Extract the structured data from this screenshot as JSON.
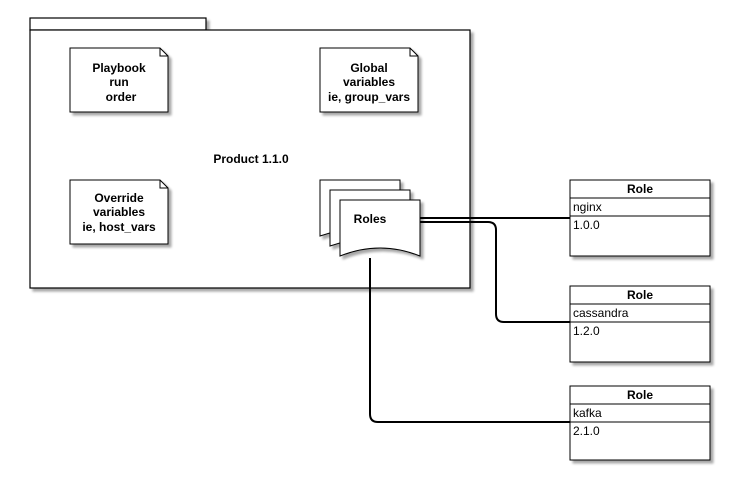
{
  "package": {
    "label": "Product 1.1.0"
  },
  "notes": {
    "playbook": [
      "Playbook",
      "run",
      "order"
    ],
    "global": [
      "Global",
      "variables",
      "ie, group_vars"
    ],
    "override": [
      "Override",
      "variables",
      "ie, host_vars"
    ]
  },
  "roles_doc": {
    "label": "Roles"
  },
  "role_boxes": [
    {
      "header": "Role",
      "name": "nginx",
      "version": "1.0.0"
    },
    {
      "header": "Role",
      "name": "cassandra",
      "version": "1.2.0"
    },
    {
      "header": "Role",
      "name": "kafka",
      "version": "2.1.0"
    }
  ]
}
